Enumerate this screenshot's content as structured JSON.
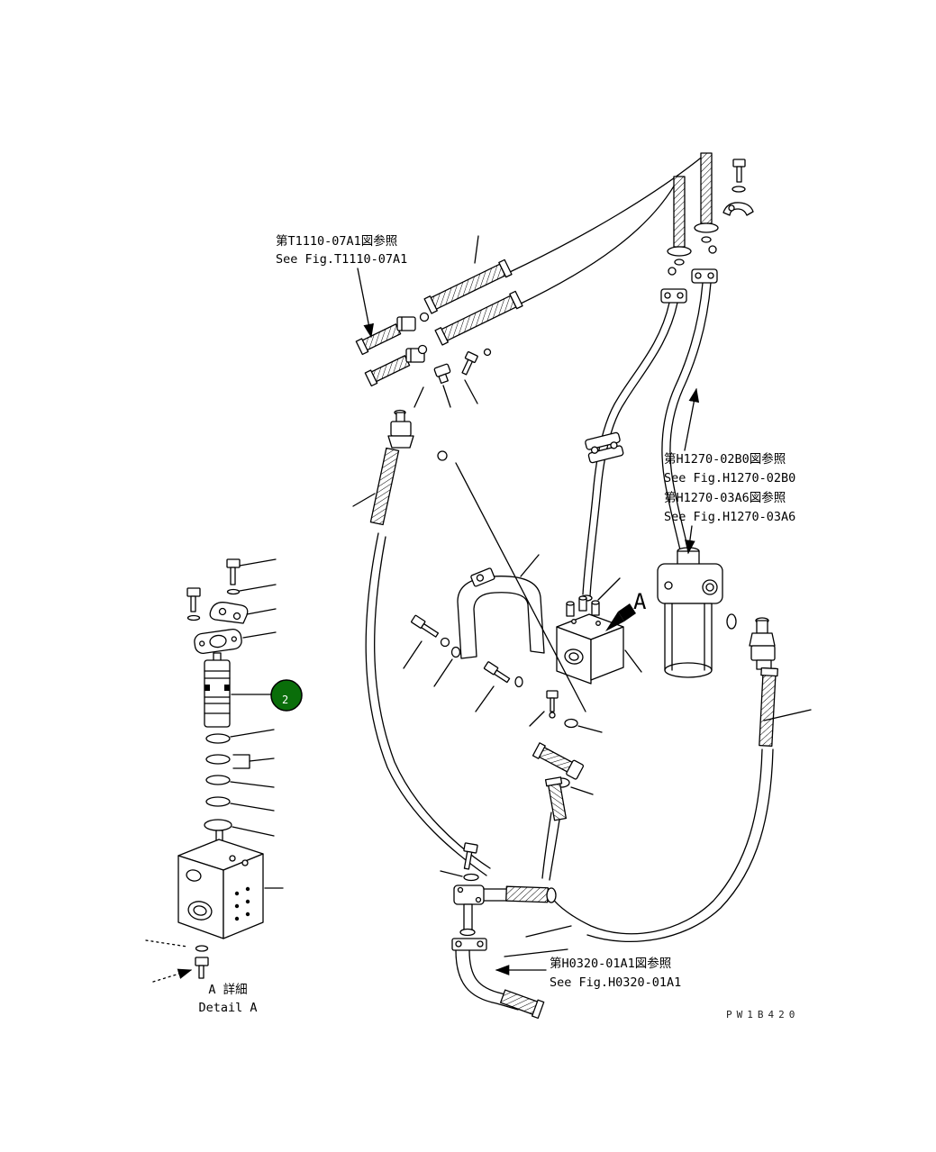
{
  "figure": {
    "balloon": {
      "number": "2",
      "fill": "#0a6e0a"
    },
    "references": [
      {
        "jp": "第T1110-07A1図参照",
        "en": "See Fig.T1110-07A1"
      },
      {
        "jp": "第H1270-02B0図参照",
        "en": "See Fig.H1270-02B0"
      },
      {
        "jp": "第H1270-03A6図参照",
        "en": "See Fig.H1270-03A6"
      },
      {
        "jp": "第H0320-01A1図参照",
        "en": "See Fig.H0320-01A1"
      }
    ],
    "detail_label": {
      "jp": "A 詳細",
      "en": "Detail A"
    },
    "section_marker": "A",
    "watermark": "PW1B420"
  }
}
